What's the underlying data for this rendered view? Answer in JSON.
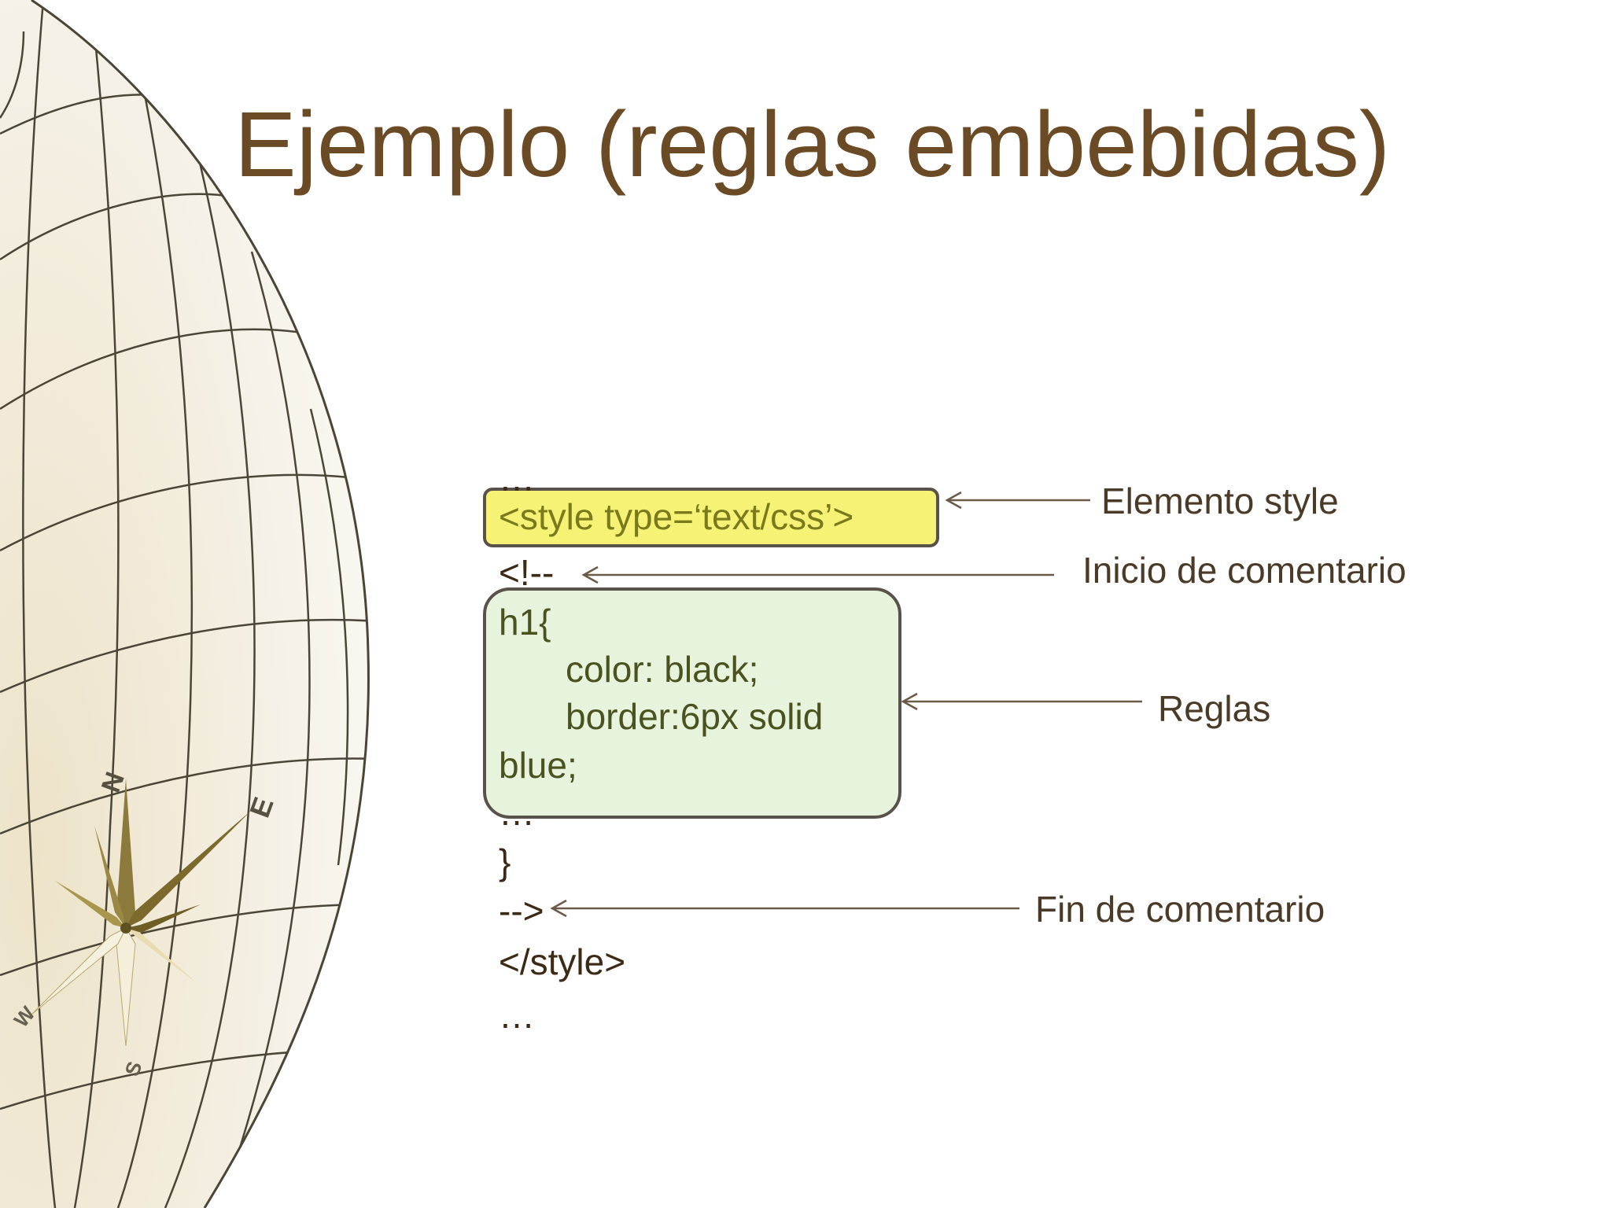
{
  "slide": {
    "title": "Ejemplo (reglas embebidas)"
  },
  "code_lines": {
    "ellipsis_top": "…",
    "style_open": "<style type=‘text/css’>",
    "comment_open": "<!--",
    "rule_selector": "h1{",
    "rule_color": "color: black;",
    "rule_border": "border:6px solid",
    "rule_border_cont": "blue;",
    "ellipsis_mid": "…",
    "rule_close": "}",
    "comment_close": "-->",
    "style_close": "</style>",
    "ellipsis_bottom": "…"
  },
  "annotations": {
    "style_element": "Elemento style",
    "comment_start": "Inicio de comentario",
    "rules": "Reglas",
    "comment_end": "Fin de comentario"
  },
  "compass": {
    "north": "N",
    "east": "E",
    "west": "W",
    "south": "S"
  },
  "colors": {
    "title": "#6b4a26",
    "style_box_fill": "#f6f276",
    "rules_box_fill": "#e7f3dc",
    "box_border": "#58524a",
    "arrow": "#6b5a48"
  }
}
